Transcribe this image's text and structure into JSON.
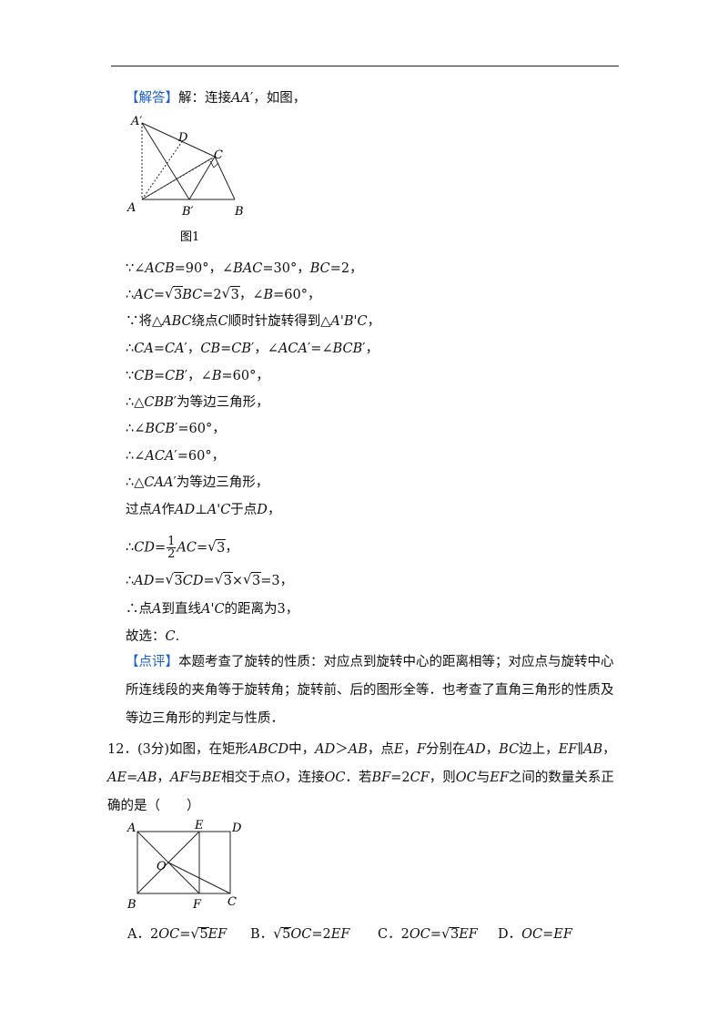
{
  "answer": {
    "tag": "【解答】",
    "intro": "解：连接AA′，如图，"
  },
  "figure1": {
    "caption": "图1",
    "labels": {
      "a_prime": "A′",
      "d": "D",
      "c": "C",
      "a": "A",
      "b_prime": "B′",
      "b": "B"
    }
  },
  "steps": [
    "∵∠ACB=90°，∠BAC=30°，BC=2，",
    "∴AC=√3BC=2√3，∠B=60°，",
    "∵将△ABC绕点C顺时针旋转得到△A'B'C，",
    "∴CA=CA′，CB=CB′，∠ACA′=∠BCB′，",
    "∵CB=CB′，∠B=60°，",
    "∴△CBB′为等边三角形，",
    "∴∠BCB′=60°，",
    "∴∠ACA′=60°，",
    "∴△CAA′为等边三角形，",
    "过点A作AD⊥A'C于点D，",
    "∴CD=½AC=√3，",
    "∴AD=√3CD=√3×√3=3，",
    "∴点A到直线A'C的距离为3，",
    "故选：C."
  ],
  "comment": {
    "tag": "【点评】",
    "text": "本题考查了旋转的性质：对应点到旋转中心的距离相等；对应点与旋转中心所连线段的夹角等于旋转角；旋转前、后的图形全等．也考查了直角三角形的性质及等边三角形的判定与性质．"
  },
  "question12": {
    "text": "12．(3分)如图，在矩形ABCD中，AD＞AB，点E，F分别在AD，BC边上，EF∥AB，AE=AB，AF与BE相交于点O，连接OC．若BF=2CF，则OC与EF之间的数量关系正确的是（　　）",
    "figure_labels": {
      "a": "A",
      "e": "E",
      "d": "D",
      "o": "O",
      "b": "B",
      "f": "F",
      "c": "C"
    },
    "options": [
      "A．2OC=√5EF",
      "B．√5OC=2EF",
      "C．2OC=√3EF",
      "D．OC=EF"
    ]
  }
}
